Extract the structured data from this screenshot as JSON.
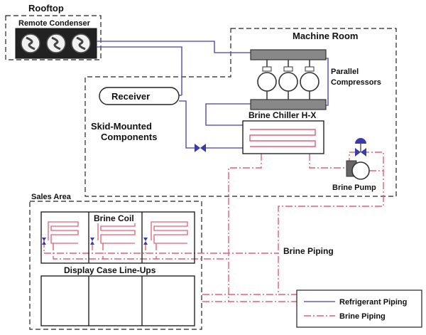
{
  "areas": {
    "rooftop": "Rooftop",
    "machine_room": "Machine Room",
    "sales_area": "Sales Area",
    "skid": "Skid-Mounted\nComponents"
  },
  "components": {
    "remote_condenser": "Remote Condenser",
    "receiver": "Receiver",
    "parallel_compressors": "Parallel\nCompressors",
    "brine_chiller": "Brine Chiller H-X",
    "brine_pump": "Brine Pump",
    "brine_coil": "Brine Coil",
    "display_case": "Display Case Line-Ups",
    "brine_piping_callout": "Brine Piping"
  },
  "legend": {
    "refrigerant": "Refrigerant Piping",
    "brine": "Brine Piping"
  },
  "colors": {
    "refrigerant_line": "#6a5bb5",
    "brine_line": "#e0607a",
    "valve": "#3a3aa8"
  }
}
